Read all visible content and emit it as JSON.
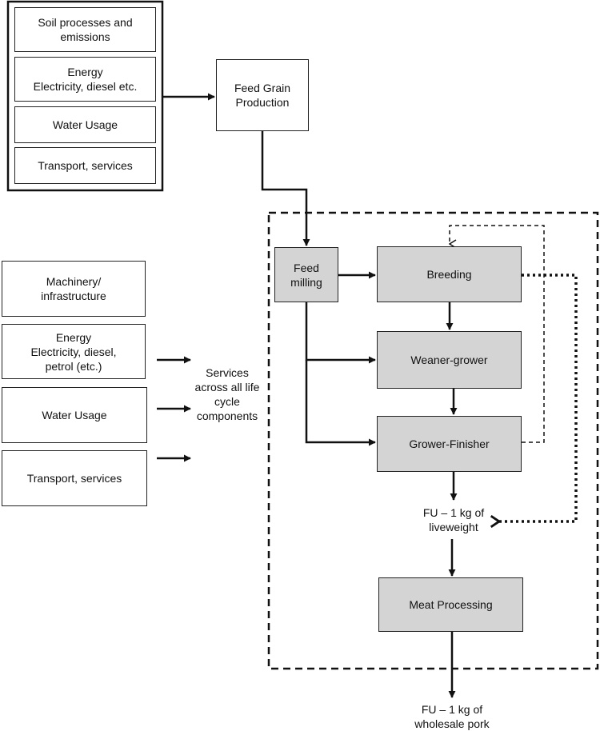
{
  "top_inputs": {
    "items": [
      "Soil processes and\nemissions",
      "Energy\nElectricity, diesel etc.",
      "Water Usage",
      "Transport, services"
    ]
  },
  "feed_grain": {
    "label": "Feed Grain\nProduction"
  },
  "services_inputs": {
    "items": [
      "Machinery/\ninfrastructure",
      "Energy\nElectricity, diesel,\npetrol (etc.)",
      "Water Usage",
      "Transport, services"
    ]
  },
  "services_label": "Services\nacross all life\ncycle\ncomponents",
  "stages": {
    "feed_milling": "Feed\nmilling",
    "breeding": "Breeding",
    "weaner_grower": "Weaner-grower",
    "grower_finisher": "Grower-Finisher",
    "meat_processing": "Meat Processing"
  },
  "functional_units": {
    "liveweight": "FU – 1 kg of\nliveweight",
    "wholesale": "FU – 1 kg of\nwholesale pork"
  },
  "colors": {
    "stage_fill": "#d4d4d4",
    "line": "#111111"
  }
}
